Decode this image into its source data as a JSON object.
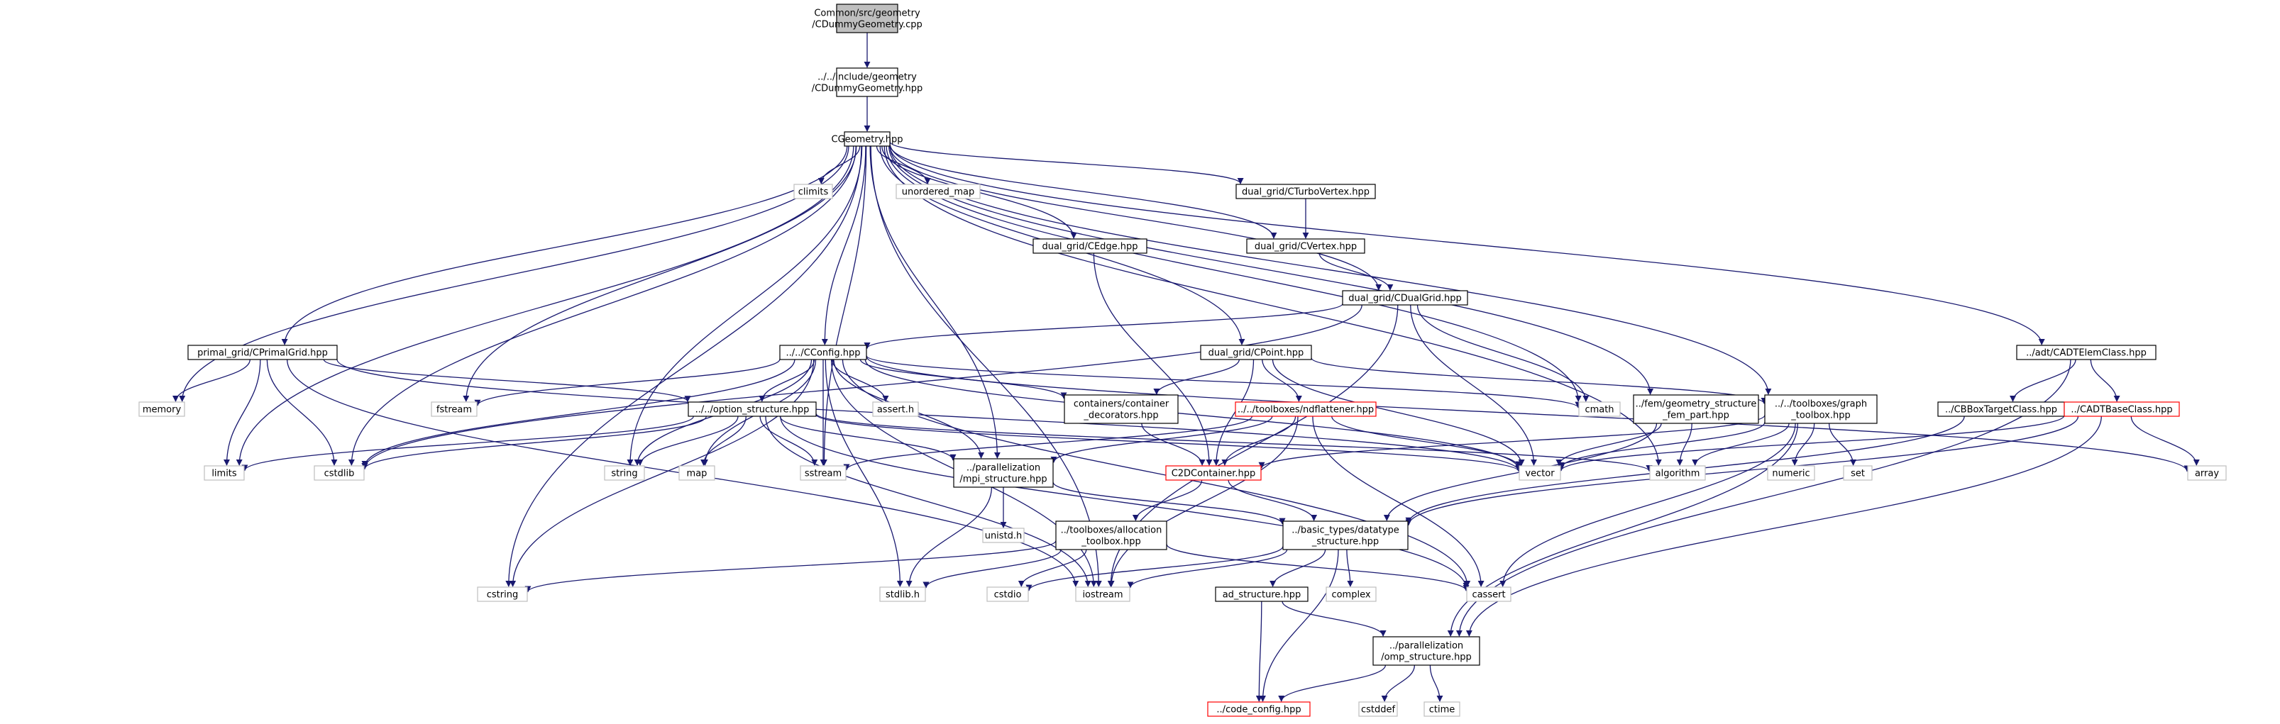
{
  "colors": {
    "edge": "#191970",
    "node_border_normal": "#000000",
    "node_border_system": "#bfbfbf",
    "node_border_truncated": "#ff0000",
    "node_fill_root": "#bfbfbf",
    "node_fill": "#ffffff"
  },
  "nodes": [
    {
      "id": "n0",
      "lines": [
        "Common/src/geometry",
        "/CDummyGeometry.cpp"
      ],
      "kind": "root"
    },
    {
      "id": "n1",
      "lines": [
        "../../include/geometry",
        "/CDummyGeometry.hpp"
      ],
      "kind": "normal"
    },
    {
      "id": "n2",
      "lines": [
        "CGeometry.hpp"
      ],
      "kind": "normal"
    },
    {
      "id": "n3",
      "lines": [
        "climits"
      ],
      "kind": "system"
    },
    {
      "id": "n4",
      "lines": [
        "unordered_map"
      ],
      "kind": "system"
    },
    {
      "id": "n5",
      "lines": [
        "dual_grid/CTurboVertex.hpp"
      ],
      "kind": "normal"
    },
    {
      "id": "n6",
      "lines": [
        "dual_grid/CEdge.hpp"
      ],
      "kind": "normal"
    },
    {
      "id": "n7",
      "lines": [
        "dual_grid/CVertex.hpp"
      ],
      "kind": "normal"
    },
    {
      "id": "n8",
      "lines": [
        "dual_grid/CDualGrid.hpp"
      ],
      "kind": "normal"
    },
    {
      "id": "n9",
      "lines": [
        "primal_grid/CPrimalGrid.hpp"
      ],
      "kind": "normal"
    },
    {
      "id": "n10",
      "lines": [
        "../../CConfig.hpp"
      ],
      "kind": "normal"
    },
    {
      "id": "n11",
      "lines": [
        "dual_grid/CPoint.hpp"
      ],
      "kind": "normal"
    },
    {
      "id": "n12",
      "lines": [
        "../adt/CADTElemClass.hpp"
      ],
      "kind": "normal"
    },
    {
      "id": "n13",
      "lines": [
        "memory"
      ],
      "kind": "system"
    },
    {
      "id": "n14",
      "lines": [
        "fstream"
      ],
      "kind": "system"
    },
    {
      "id": "n15",
      "lines": [
        "assert.h"
      ],
      "kind": "system"
    },
    {
      "id": "n16",
      "lines": [
        "containers/container",
        "_decorators.hpp"
      ],
      "kind": "normal"
    },
    {
      "id": "n17",
      "lines": [
        "../../toolboxes/ndflattener.hpp"
      ],
      "kind": "truncated"
    },
    {
      "id": "n18",
      "lines": [
        "cmath"
      ],
      "kind": "system"
    },
    {
      "id": "n19",
      "lines": [
        "../fem/geometry_structure",
        "_fem_part.hpp"
      ],
      "kind": "normal"
    },
    {
      "id": "n20",
      "lines": [
        "../../toolboxes/graph",
        "_toolbox.hpp"
      ],
      "kind": "normal"
    },
    {
      "id": "n21",
      "lines": [
        "../CBBoxTargetClass.hpp"
      ],
      "kind": "normal"
    },
    {
      "id": "n22",
      "lines": [
        "../CADTBaseClass.hpp"
      ],
      "kind": "truncated"
    },
    {
      "id": "n23",
      "lines": [
        "../../option_structure.hpp"
      ],
      "kind": "normal"
    },
    {
      "id": "n24",
      "lines": [
        "limits"
      ],
      "kind": "system"
    },
    {
      "id": "n25",
      "lines": [
        "cstdlib"
      ],
      "kind": "system"
    },
    {
      "id": "n26",
      "lines": [
        "string"
      ],
      "kind": "system"
    },
    {
      "id": "n27",
      "lines": [
        "map"
      ],
      "kind": "system"
    },
    {
      "id": "n28",
      "lines": [
        "sstream"
      ],
      "kind": "system"
    },
    {
      "id": "n29",
      "lines": [
        "../parallelization",
        "/mpi_structure.hpp"
      ],
      "kind": "normal"
    },
    {
      "id": "n30",
      "lines": [
        "C2DContainer.hpp"
      ],
      "kind": "truncated"
    },
    {
      "id": "n31",
      "lines": [
        "vector"
      ],
      "kind": "system"
    },
    {
      "id": "n32",
      "lines": [
        "algorithm"
      ],
      "kind": "system"
    },
    {
      "id": "n33",
      "lines": [
        "numeric"
      ],
      "kind": "system"
    },
    {
      "id": "n34",
      "lines": [
        "set"
      ],
      "kind": "system"
    },
    {
      "id": "n35",
      "lines": [
        "array"
      ],
      "kind": "system"
    },
    {
      "id": "n36",
      "lines": [
        "unistd.h"
      ],
      "kind": "system"
    },
    {
      "id": "n37",
      "lines": [
        "../toolboxes/allocation",
        "_toolbox.hpp"
      ],
      "kind": "normal"
    },
    {
      "id": "n38",
      "lines": [
        "../basic_types/datatype",
        "_structure.hpp"
      ],
      "kind": "normal"
    },
    {
      "id": "n39",
      "lines": [
        "cstring"
      ],
      "kind": "system"
    },
    {
      "id": "n40",
      "lines": [
        "stdlib.h"
      ],
      "kind": "system"
    },
    {
      "id": "n41",
      "lines": [
        "cstdio"
      ],
      "kind": "system"
    },
    {
      "id": "n42",
      "lines": [
        "iostream"
      ],
      "kind": "system"
    },
    {
      "id": "n43",
      "lines": [
        "complex"
      ],
      "kind": "system"
    },
    {
      "id": "n44",
      "lines": [
        "cassert"
      ],
      "kind": "system"
    },
    {
      "id": "n45",
      "lines": [
        "ad_structure.hpp"
      ],
      "kind": "normal"
    },
    {
      "id": "n46",
      "lines": [
        "../parallelization",
        "/omp_structure.hpp"
      ],
      "kind": "normal"
    },
    {
      "id": "n47",
      "lines": [
        "cstddef"
      ],
      "kind": "system"
    },
    {
      "id": "n48",
      "lines": [
        "ctime"
      ],
      "kind": "system"
    },
    {
      "id": "n49",
      "lines": [
        "../code_config.hpp"
      ],
      "kind": "truncated"
    }
  ],
  "edges": [
    [
      "n0",
      "n1"
    ],
    [
      "n1",
      "n2"
    ],
    [
      "n2",
      "n3"
    ],
    [
      "n2",
      "n4"
    ],
    [
      "n2",
      "n5"
    ],
    [
      "n2",
      "n6"
    ],
    [
      "n2",
      "n7"
    ],
    [
      "n2",
      "n8"
    ],
    [
      "n2",
      "n9"
    ],
    [
      "n2",
      "n10"
    ],
    [
      "n2",
      "n11"
    ],
    [
      "n2",
      "n12"
    ],
    [
      "n2",
      "n13"
    ],
    [
      "n2",
      "n14"
    ],
    [
      "n2",
      "n18"
    ],
    [
      "n2",
      "n19"
    ],
    [
      "n2",
      "n20"
    ],
    [
      "n2",
      "n24"
    ],
    [
      "n2",
      "n25"
    ],
    [
      "n2",
      "n26"
    ],
    [
      "n2",
      "n28"
    ],
    [
      "n2",
      "n29"
    ],
    [
      "n2",
      "n32"
    ],
    [
      "n2",
      "n39"
    ],
    [
      "n2",
      "n42"
    ],
    [
      "n5",
      "n7"
    ],
    [
      "n6",
      "n30"
    ],
    [
      "n7",
      "n8"
    ],
    [
      "n8",
      "n10"
    ],
    [
      "n8",
      "n18"
    ],
    [
      "n8",
      "n25"
    ],
    [
      "n8",
      "n31"
    ],
    [
      "n8",
      "n42"
    ],
    [
      "n9",
      "n13"
    ],
    [
      "n9",
      "n23"
    ],
    [
      "n9",
      "n24"
    ],
    [
      "n9",
      "n25"
    ],
    [
      "n9",
      "n31"
    ],
    [
      "n9",
      "n42"
    ],
    [
      "n10",
      "n14"
    ],
    [
      "n10",
      "n15"
    ],
    [
      "n10",
      "n16"
    ],
    [
      "n10",
      "n18"
    ],
    [
      "n10",
      "n23"
    ],
    [
      "n10",
      "n25"
    ],
    [
      "n10",
      "n26"
    ],
    [
      "n10",
      "n27"
    ],
    [
      "n10",
      "n28"
    ],
    [
      "n10",
      "n29"
    ],
    [
      "n10",
      "n31"
    ],
    [
      "n10",
      "n35"
    ],
    [
      "n10",
      "n39"
    ],
    [
      "n10",
      "n40"
    ],
    [
      "n10",
      "n42"
    ],
    [
      "n10",
      "n44"
    ],
    [
      "n11",
      "n16"
    ],
    [
      "n11",
      "n17"
    ],
    [
      "n11",
      "n20"
    ],
    [
      "n11",
      "n30"
    ],
    [
      "n11",
      "n31"
    ],
    [
      "n12",
      "n21"
    ],
    [
      "n12",
      "n22"
    ],
    [
      "n12",
      "n46"
    ],
    [
      "n16",
      "n30"
    ],
    [
      "n17",
      "n28"
    ],
    [
      "n17",
      "n29"
    ],
    [
      "n17",
      "n30"
    ],
    [
      "n17",
      "n31"
    ],
    [
      "n17",
      "n42"
    ],
    [
      "n17",
      "n44"
    ],
    [
      "n19",
      "n31"
    ],
    [
      "n19",
      "n32"
    ],
    [
      "n19",
      "n38"
    ],
    [
      "n20",
      "n30"
    ],
    [
      "n20",
      "n31"
    ],
    [
      "n20",
      "n32"
    ],
    [
      "n20",
      "n33"
    ],
    [
      "n20",
      "n34"
    ],
    [
      "n20",
      "n44"
    ],
    [
      "n20",
      "n46"
    ],
    [
      "n21",
      "n38"
    ],
    [
      "n22",
      "n31"
    ],
    [
      "n22",
      "n35"
    ],
    [
      "n22",
      "n38"
    ],
    [
      "n22",
      "n46"
    ],
    [
      "n23",
      "n24"
    ],
    [
      "n23",
      "n25"
    ],
    [
      "n23",
      "n26"
    ],
    [
      "n23",
      "n27"
    ],
    [
      "n23",
      "n28"
    ],
    [
      "n23",
      "n29"
    ],
    [
      "n23",
      "n31"
    ],
    [
      "n23",
      "n32"
    ],
    [
      "n23",
      "n42"
    ],
    [
      "n23",
      "n44"
    ],
    [
      "n29",
      "n36"
    ],
    [
      "n29",
      "n38"
    ],
    [
      "n29",
      "n40"
    ],
    [
      "n30",
      "n37"
    ],
    [
      "n30",
      "n38"
    ],
    [
      "n37",
      "n39"
    ],
    [
      "n37",
      "n40"
    ],
    [
      "n37",
      "n41"
    ],
    [
      "n37",
      "n44"
    ],
    [
      "n38",
      "n41"
    ],
    [
      "n38",
      "n42"
    ],
    [
      "n38",
      "n43"
    ],
    [
      "n38",
      "n45"
    ],
    [
      "n38",
      "n49"
    ],
    [
      "n45",
      "n46"
    ],
    [
      "n45",
      "n49"
    ],
    [
      "n46",
      "n47"
    ],
    [
      "n46",
      "n48"
    ],
    [
      "n46",
      "n49"
    ]
  ]
}
